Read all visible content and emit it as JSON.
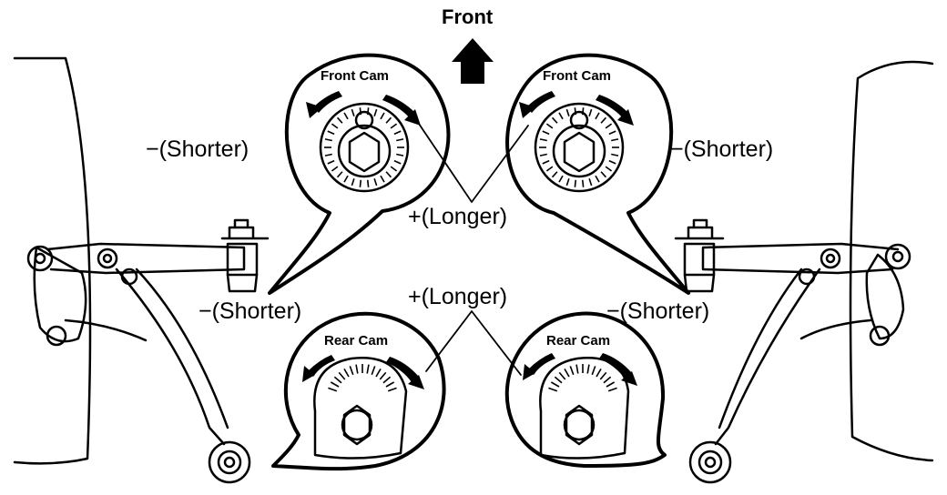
{
  "title": "Front",
  "cams": {
    "front_left": "Front Cam",
    "front_right": "Front Cam",
    "rear_left": "Rear Cam",
    "rear_right": "Rear Cam"
  },
  "labels": {
    "shorter_top_left": "−(Shorter)",
    "shorter_top_right": "−(Shorter)",
    "longer_center_top": "+(Longer)",
    "shorter_mid_left": "−(Shorter)",
    "longer_center_mid": "+(Longer)",
    "shorter_mid_right": "−(Shorter)"
  },
  "colors": {
    "ink": "#000000",
    "paper": "#ffffff"
  }
}
